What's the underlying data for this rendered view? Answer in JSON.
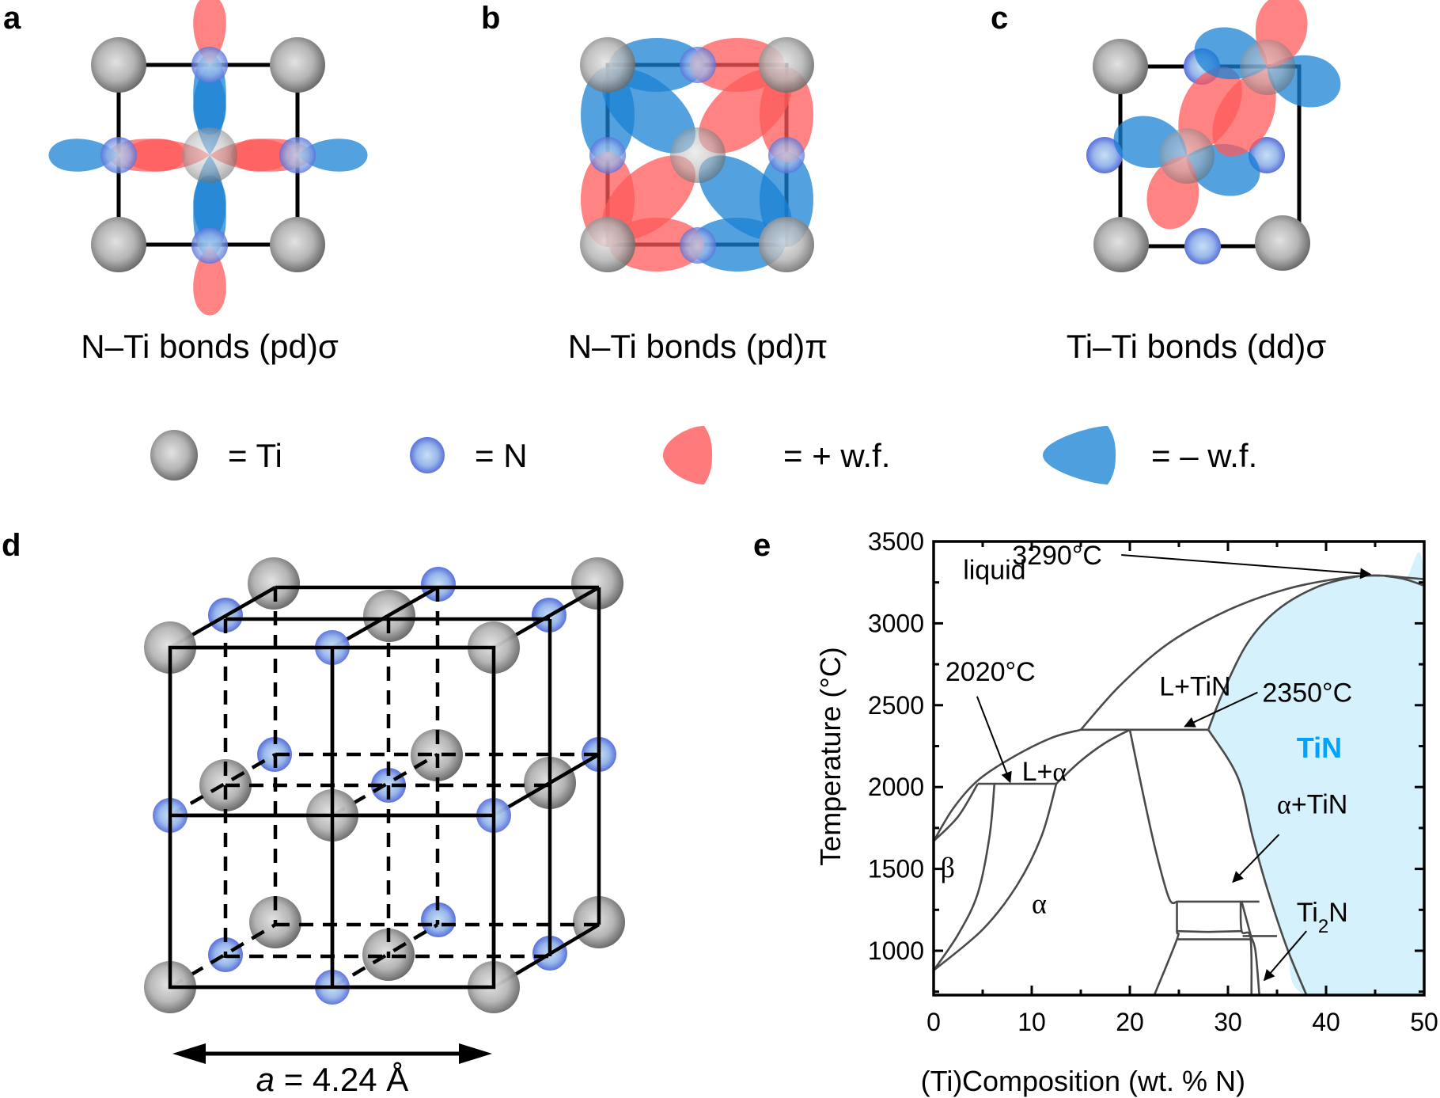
{
  "panels": {
    "a": {
      "letter": "a",
      "caption": "N–Ti bonds (pd)σ"
    },
    "b": {
      "letter": "b",
      "caption": "N–Ti bonds (pd)π"
    },
    "c": {
      "letter": "c",
      "caption": "Ti–Ti bonds (dd)σ"
    },
    "d": {
      "letter": "d",
      "lattice_symbol": "a",
      "lattice_value": " = 4.24 Å"
    },
    "e": {
      "letter": "e"
    }
  },
  "legend": {
    "ti": "= Ti",
    "n": "= N",
    "pos_wf": "= + w.f.",
    "neg_wf": "= – w.f."
  },
  "colors": {
    "ti_atom": "#8a8a8a",
    "n_atom": "#5b6fe0",
    "positive_wf": "#ff5a5a",
    "negative_wf": "#1a82d4",
    "tin_region": "#d4f1fc",
    "tin_label": "#00a2ff"
  },
  "chart_data": {
    "type": "area",
    "title": "Ti–N phase diagram",
    "xlabel": "Composition (wt. % N)",
    "xlabel_prefix": "(Ti)",
    "ylabel": "Temperature (°C)",
    "xlim": [
      0,
      50
    ],
    "ylim": [
      730,
      3500
    ],
    "xticks": [
      0,
      10,
      20,
      30,
      40,
      50
    ],
    "yticks": [
      1000,
      1500,
      2000,
      2500,
      3000,
      3500
    ],
    "grid": false,
    "region_labels": [
      {
        "text": "liquid",
        "x": 3,
        "y": 3270,
        "style": "normal"
      },
      {
        "text": "L+TiN",
        "x": 23,
        "y": 2560,
        "style": "normal"
      },
      {
        "text": "L+α",
        "x": 9,
        "y": 2040,
        "style": "greek"
      },
      {
        "text": "β",
        "x": 0.7,
        "y": 1450,
        "style": "greek"
      },
      {
        "text": "α",
        "x": 10,
        "y": 1230,
        "style": "greek"
      },
      {
        "text": "TiN",
        "x": 37,
        "y": 2180,
        "style": "tin"
      },
      {
        "text": "α+TiN",
        "x": 35,
        "y": 1840,
        "style": "normal"
      },
      {
        "text": "Ti₂N",
        "x": 37,
        "y": 1180,
        "style": "normal"
      }
    ],
    "annotations": [
      {
        "text": "3290°C",
        "text_x": 8,
        "text_y": 3360,
        "arrow_to": [
          44.5,
          3300
        ]
      },
      {
        "text": "2020°C",
        "text_x": 1.2,
        "text_y": 2650,
        "arrow_to": [
          7.8,
          2030
        ]
      },
      {
        "text": "2350°C",
        "text_x": 33.5,
        "text_y": 2520,
        "arrow_to": [
          25.2,
          2360
        ]
      }
    ],
    "tin_region": [
      [
        28,
        2350
      ],
      [
        29.5,
        2580
      ],
      [
        32,
        2880
      ],
      [
        35,
        3080
      ],
      [
        39,
        3220
      ],
      [
        43,
        3285
      ],
      [
        45.5,
        3292
      ],
      [
        48,
        3270
      ],
      [
        50,
        3240
      ],
      [
        50,
        730
      ],
      [
        38,
        730
      ],
      [
        36,
        1020
      ],
      [
        34,
        1380
      ],
      [
        32.5,
        1700
      ],
      [
        31,
        2060
      ],
      [
        28,
        2350
      ]
    ],
    "series": [
      {
        "name": "liquidus-left",
        "points": [
          [
            0,
            1670
          ],
          [
            2,
            1870
          ],
          [
            4.5,
            2040
          ],
          [
            8,
            2180
          ],
          [
            12,
            2300
          ],
          [
            15,
            2350
          ]
        ]
      },
      {
        "name": "liquidus-right",
        "points": [
          [
            15,
            2350
          ],
          [
            19,
            2620
          ],
          [
            24,
            2880
          ],
          [
            30,
            3080
          ],
          [
            36,
            3210
          ],
          [
            42,
            3280
          ],
          [
            45.5,
            3292
          ],
          [
            48,
            3280
          ],
          [
            50,
            3270
          ]
        ]
      },
      {
        "name": "tin-solidus",
        "points": [
          [
            28,
            2350
          ],
          [
            29.5,
            2580
          ],
          [
            32,
            2880
          ],
          [
            35,
            3080
          ],
          [
            39,
            3220
          ],
          [
            43,
            3285
          ],
          [
            45.5,
            3292
          ]
        ]
      },
      {
        "name": "tin-boundary-low",
        "points": [
          [
            28,
            2350
          ],
          [
            31,
            2060
          ],
          [
            32.5,
            1700
          ],
          [
            34,
            1380
          ],
          [
            36,
            1020
          ],
          [
            38,
            730
          ]
        ]
      },
      {
        "name": "alpha-solidus",
        "points": [
          [
            12.5,
            2020
          ],
          [
            15,
            2160
          ],
          [
            17.5,
            2270
          ],
          [
            20,
            2350
          ]
        ]
      },
      {
        "name": "peritectic-2350",
        "points": [
          [
            15,
            2350
          ],
          [
            28,
            2350
          ]
        ]
      },
      {
        "name": "peritectic-2020",
        "points": [
          [
            4.5,
            2020
          ],
          [
            12.5,
            2020
          ]
        ]
      },
      {
        "name": "beta-liquidus",
        "points": [
          [
            0,
            1670
          ],
          [
            2.5,
            1820
          ],
          [
            4.5,
            2020
          ]
        ]
      },
      {
        "name": "beta-transus-upper",
        "points": [
          [
            6.2,
            2020
          ],
          [
            5.7,
            1700
          ],
          [
            4.5,
            1350
          ],
          [
            2.5,
            1100
          ],
          [
            0,
            880
          ]
        ]
      },
      {
        "name": "beta-transus-lower",
        "points": [
          [
            12.5,
            2020
          ],
          [
            11,
            1700
          ],
          [
            8.5,
            1400
          ],
          [
            5,
            1130
          ],
          [
            0,
            880
          ]
        ]
      },
      {
        "name": "alpha-boundary",
        "points": [
          [
            20,
            2350
          ],
          [
            21.2,
            2000
          ],
          [
            22.6,
            1620
          ],
          [
            24,
            1320
          ],
          [
            24.8,
            1300
          ]
        ]
      },
      {
        "name": "ti2n-left",
        "points": [
          [
            24.8,
            1300
          ],
          [
            24.8,
            1120
          ],
          [
            24.8,
            1070
          ],
          [
            22.5,
            730
          ]
        ]
      },
      {
        "name": "iso-1300",
        "points": [
          [
            24.8,
            1300
          ],
          [
            33.2,
            1300
          ]
        ]
      },
      {
        "name": "iso-1120",
        "points": [
          [
            24.8,
            1120
          ],
          [
            28,
            1115
          ],
          [
            31.4,
            1120
          ]
        ]
      },
      {
        "name": "iso-1090",
        "points": [
          [
            31.5,
            1090
          ],
          [
            35,
            1090
          ]
        ]
      },
      {
        "name": "iso-1070",
        "points": [
          [
            24.8,
            1070
          ],
          [
            32.5,
            1070
          ]
        ]
      },
      {
        "name": "ti2n-v1",
        "points": [
          [
            31.3,
            1300
          ],
          [
            31.4,
            1120
          ],
          [
            32.3,
            1080
          ],
          [
            32.4,
            730
          ]
        ]
      },
      {
        "name": "ti2n-v2",
        "points": [
          [
            31.4,
            1300
          ],
          [
            32.3,
            1100
          ],
          [
            32.8,
            1000
          ],
          [
            33.2,
            730
          ]
        ]
      },
      {
        "name": "tin-top-right",
        "points": [
          [
            46,
            3290
          ],
          [
            48,
            3270
          ],
          [
            50,
            3230
          ]
        ]
      }
    ],
    "arrows_extra": [
      {
        "label": "α+TiN",
        "from": [
          35.2,
          1710
        ],
        "to": [
          30.5,
          1420
        ]
      },
      {
        "label": "Ti2N",
        "from": [
          38.0,
          1120
        ],
        "to": [
          33.7,
          820
        ]
      }
    ]
  }
}
